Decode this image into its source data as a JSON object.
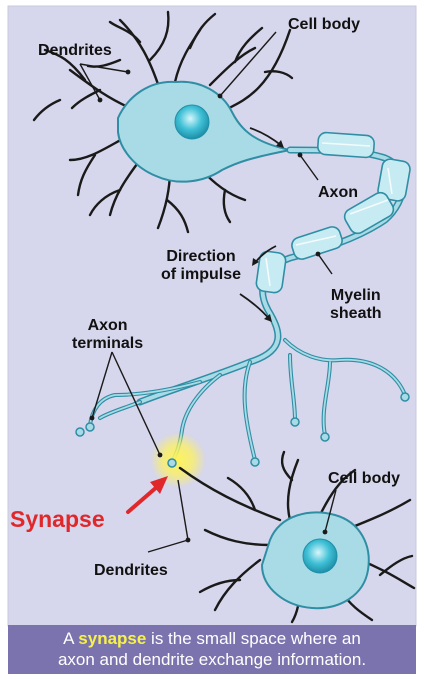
{
  "labels": {
    "cell_body_top": "Cell body",
    "dendrites_top": "Dendrites",
    "axon": "Axon",
    "direction_line1": "Direction",
    "direction_line2": "of impulse",
    "myelin_line1": "Myelin",
    "myelin_line2": "sheath",
    "terminals_line1": "Axon",
    "terminals_line2": "terminals",
    "cell_body_bottom": "Cell body",
    "synapse": "Synapse",
    "dendrites_bottom": "Dendrites"
  },
  "caption": {
    "prefix": "A ",
    "highlight": "synapse",
    "line1_rest": " is the small space where an",
    "line2": "axon and dendrite exchange information."
  },
  "colors": {
    "background": "#d6d6ec",
    "cell_fill": "#a8dbe6",
    "cell_stroke": "#2f8ea4",
    "nucleus": "#3fc0d6",
    "dendrite": "#1a1a1a",
    "synapse_glow": "#fff35a",
    "synapse_arrow": "#e0282b",
    "caption_bg": "#7b73ae",
    "caption_highlight": "#f7f24a"
  }
}
